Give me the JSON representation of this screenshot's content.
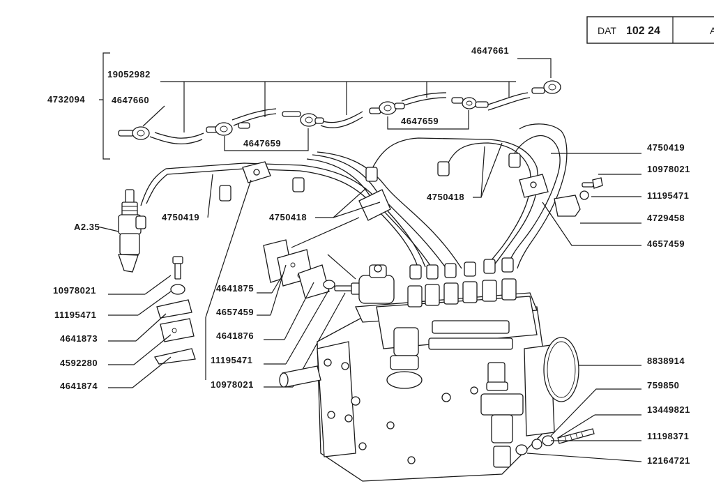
{
  "header": {
    "prefix": "DAT",
    "code": "102 24",
    "suffix": "A"
  },
  "labels": {
    "p19052982": "19052982",
    "p4732094": "4732094",
    "p4647660": "4647660",
    "p4647659_a": "4647659",
    "p4647659_b": "4647659",
    "p4647661": "4647661",
    "p4750419_left": "4750419",
    "p4750418_center": "4750418",
    "p4750418_right": "4750418",
    "p4750419_right": "4750419",
    "p10978021_r": "10978021",
    "p11195471_r": "11195471",
    "p4729458": "4729458",
    "p4657459_r": "4657459",
    "pA235": "A2.35",
    "p10978021_l": "10978021",
    "p11195471_l": "11195471",
    "p4641873": "4641873",
    "p4592280": "4592280",
    "p4641874": "4641874",
    "p4641875": "4641875",
    "p4657459_c": "4657459",
    "p4641876": "4641876",
    "p11195471_c": "11195471",
    "p10978021_c": "10978021",
    "p8838914": "8838914",
    "p759850": "759850",
    "p13449821": "13449821",
    "p11198371": "11198371",
    "p12164721": "12164721"
  }
}
